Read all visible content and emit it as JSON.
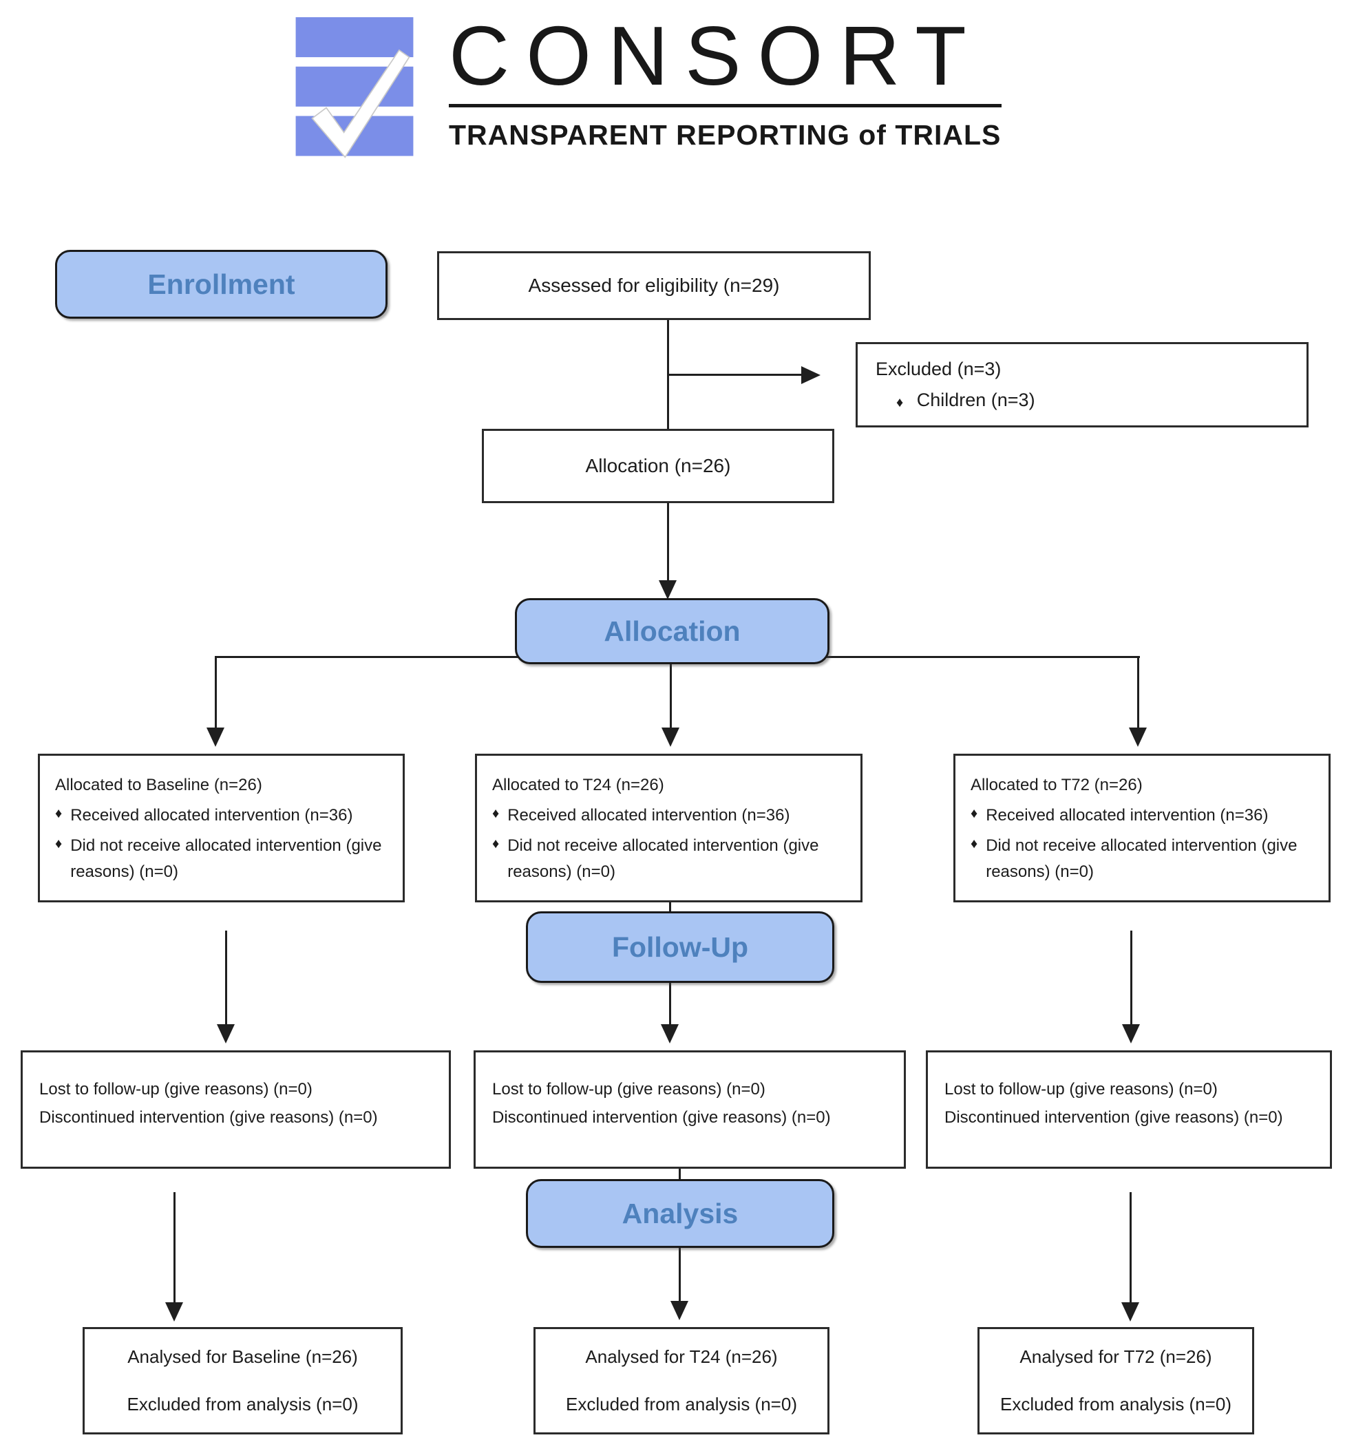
{
  "colors": {
    "stage-fill": "#a9c5f3",
    "stage-text": "#4e81bd",
    "logo-blue": "#7b8ee8",
    "line": "#1f1f1f"
  },
  "logo": {
    "wordmark": "CONSORT",
    "tagline": "TRANSPARENT REPORTING of TRIALS"
  },
  "stages": {
    "enrollment": "Enrollment",
    "allocation": "Allocation",
    "followup": "Follow-Up",
    "analysis": "Analysis"
  },
  "flow": {
    "bullet": "♦",
    "assessed": "Assessed for eligibility (n=29)",
    "excluded": {
      "title": "Excluded (n=3)",
      "items": [
        "Children (n=3)"
      ]
    },
    "allocation_n": "Allocation (n=26)",
    "arms": [
      {
        "title": "Allocated to Baseline (n=26)",
        "bullets": [
          "Received allocated intervention (n=36)",
          "Did not receive allocated intervention (give reasons) (n=0)"
        ]
      },
      {
        "title": "Allocated to T24 (n=26)",
        "bullets": [
          "Received allocated intervention (n=36)",
          "Did not receive allocated intervention (give reasons) (n=0)"
        ]
      },
      {
        "title": "Allocated to T72 (n=26)",
        "bullets": [
          "Received allocated intervention (n=36)",
          "Did not receive allocated intervention (give reasons) (n=0)"
        ]
      }
    ],
    "followup": [
      {
        "lines": [
          "Lost to follow-up (give reasons) (n=0)",
          "Discontinued intervention (give reasons) (n=0)"
        ]
      },
      {
        "lines": [
          "Lost to follow-up (give reasons) (n=0)",
          "Discontinued intervention (give reasons) (n=0)"
        ]
      },
      {
        "lines": [
          "Lost to follow-up (give reasons) (n=0)",
          "Discontinued intervention (give reasons) (n=0)"
        ]
      }
    ],
    "analysis": [
      {
        "lines": [
          "Analysed for Baseline (n=26)",
          "Excluded from analysis (n=0)"
        ]
      },
      {
        "lines": [
          "Analysed for T24 (n=26)",
          "Excluded from analysis (n=0)"
        ]
      },
      {
        "lines": [
          "Analysed for T72 (n=26)",
          "Excluded from analysis (n=0)"
        ]
      }
    ]
  }
}
